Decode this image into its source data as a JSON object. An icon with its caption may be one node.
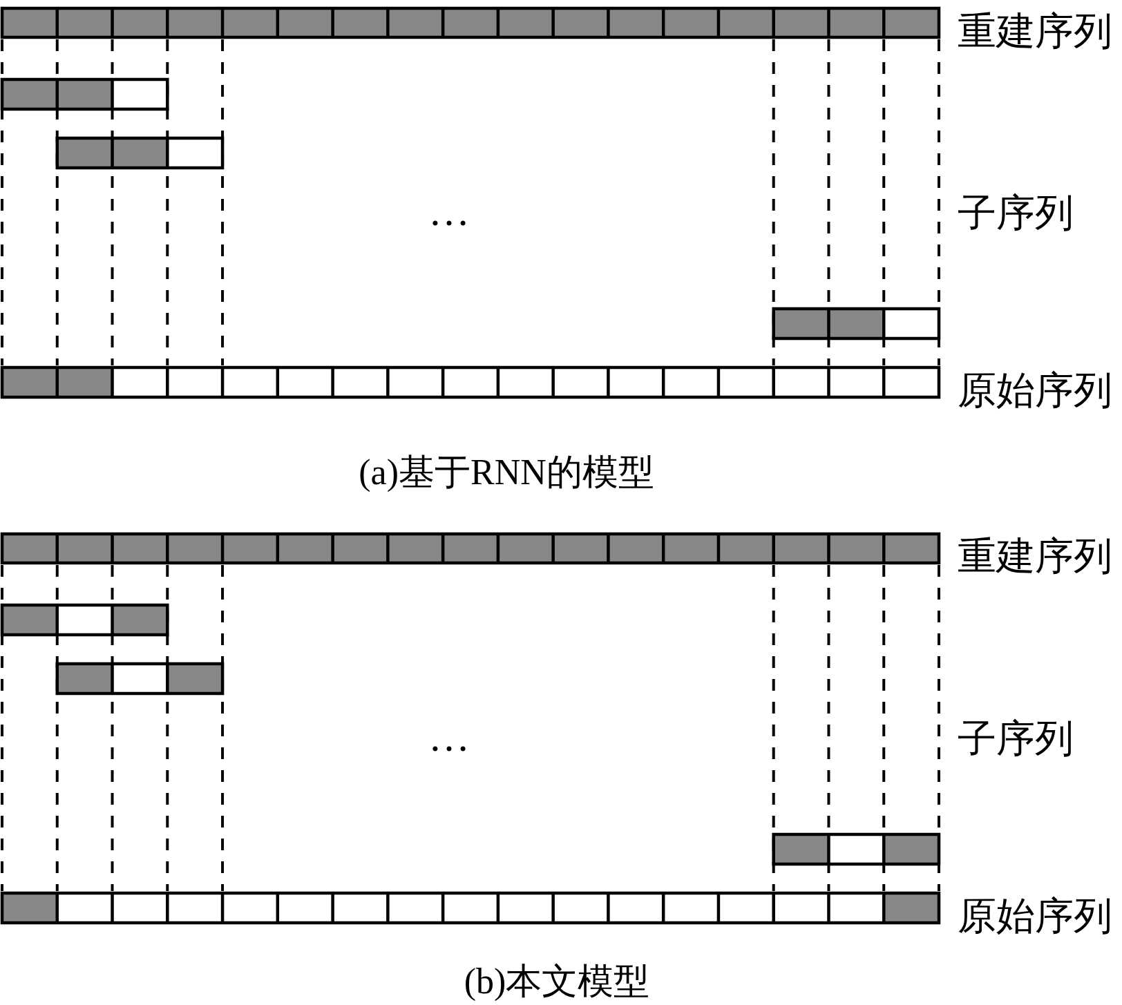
{
  "diagram": {
    "labels": [
      "重建序列",
      "…",
      "子序列",
      "原始序列",
      "(a)基于RNN的模型",
      "重建序列",
      "…",
      "子序列",
      "原始序列",
      "(b)本文模型"
    ]
  }
}
